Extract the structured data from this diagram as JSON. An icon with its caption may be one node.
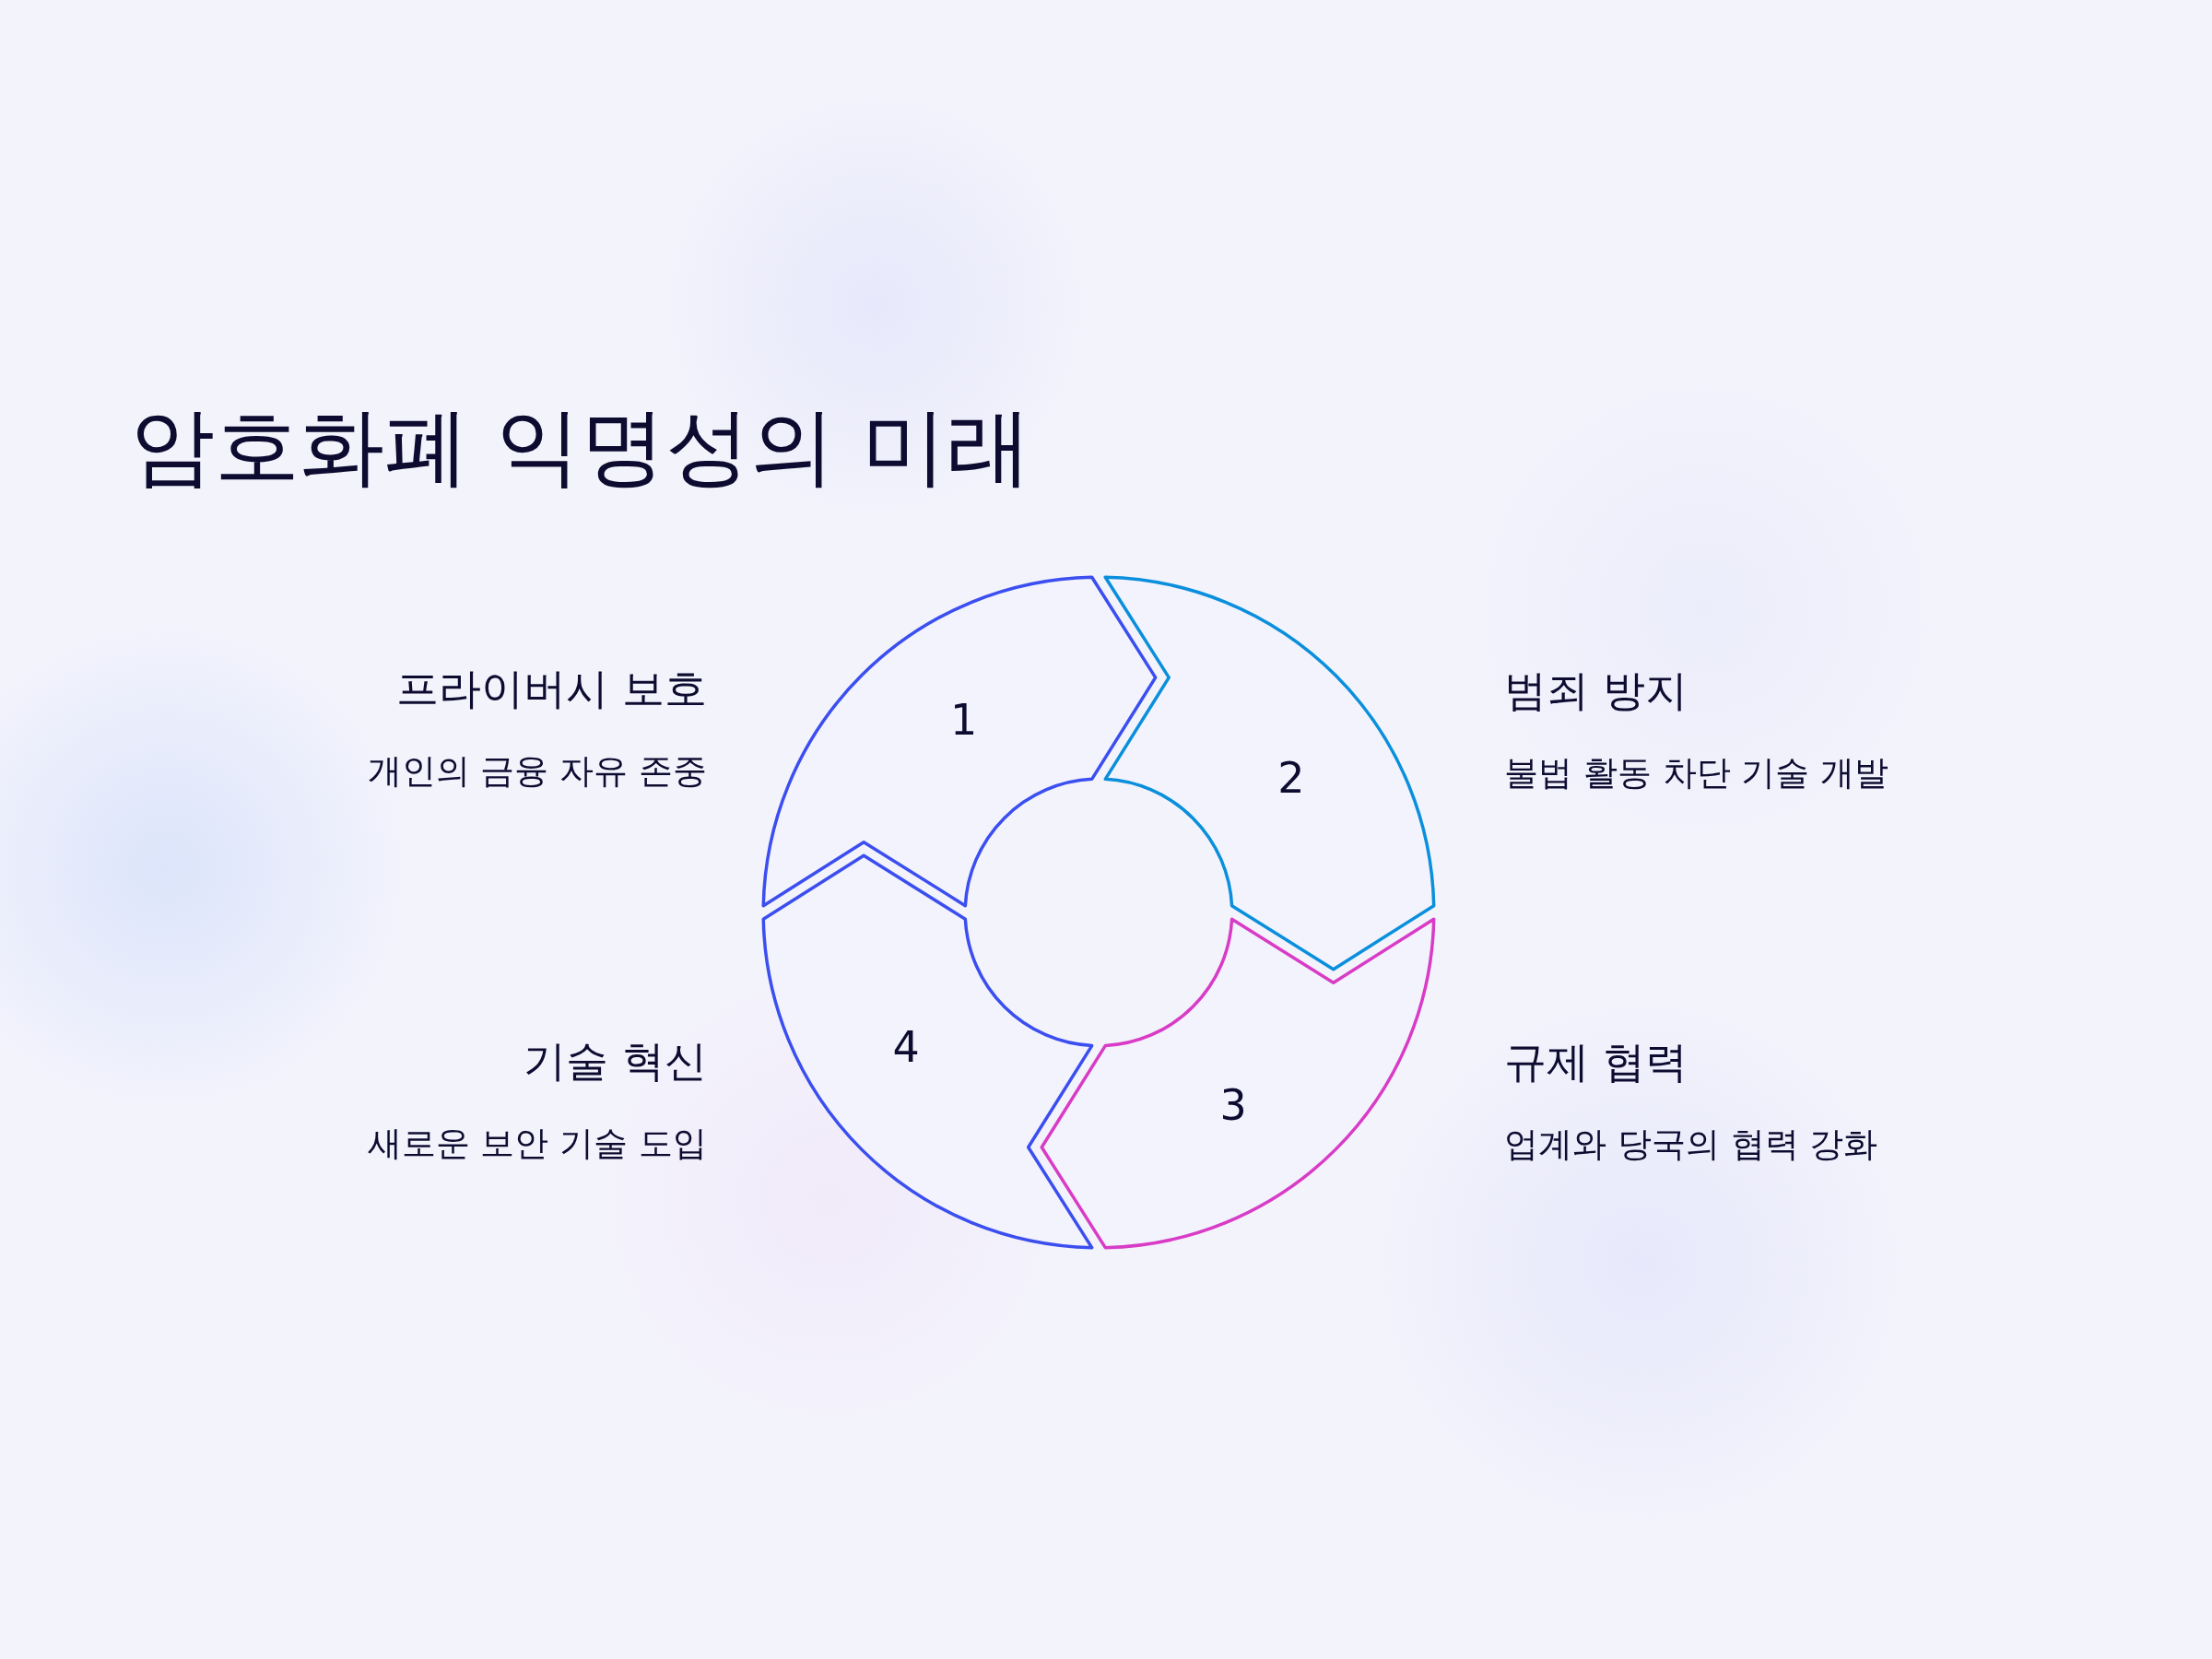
{
  "diagram": {
    "title": "암호화폐 익명성의 미래",
    "nodes": [
      {
        "text": [
          "1"
        ],
        "beside": [
          "프라이버시 보호",
          "개인의 금융 자유 존중"
        ]
      },
      {
        "text": [
          "2"
        ],
        "beside": [
          "범죄 방지",
          "불법 활동 차단 기술 개발"
        ]
      },
      {
        "text": [
          "3"
        ],
        "beside": [
          "규제 협력",
          "업계와 당국의 협력 강화"
        ]
      },
      {
        "text": [
          "4"
        ],
        "beside": [
          "기술 혁신",
          "새로운 보안 기술 도입"
        ]
      }
    ]
  }
}
